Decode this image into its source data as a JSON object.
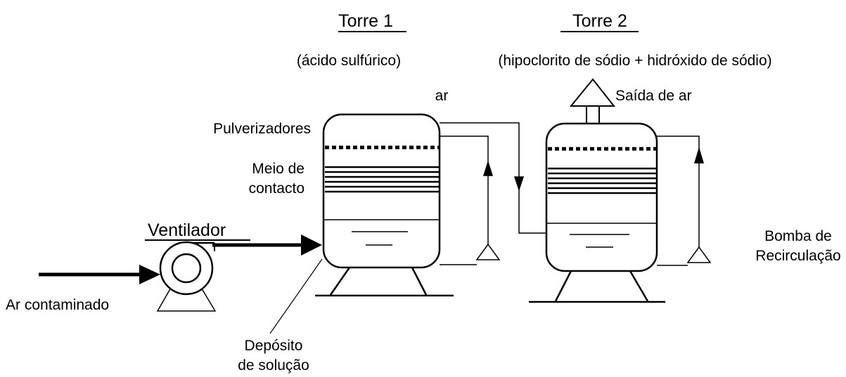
{
  "towers": {
    "tower1": {
      "title": "Torre 1",
      "chemical": "(ácido sulfúrico)"
    },
    "tower2": {
      "title": "Torre 2",
      "chemical": "(hipoclorito de sódio + hidróxido de sódio)"
    }
  },
  "labels": {
    "ar": "ar",
    "air_outlet": "Saída de ar",
    "sprayers": "Pulverizadores",
    "contact_medium_line1": "Meio de",
    "contact_medium_line2": "contacto",
    "fan": "Ventilador",
    "contaminated_air": "Ar contaminado",
    "solution_tank_line1": "Depósito",
    "solution_tank_line2": "de solução",
    "pump_line1": "Bomba de",
    "pump_line2": "Recirculação"
  },
  "colors": {
    "stroke": "#000000",
    "background": "#ffffff"
  }
}
